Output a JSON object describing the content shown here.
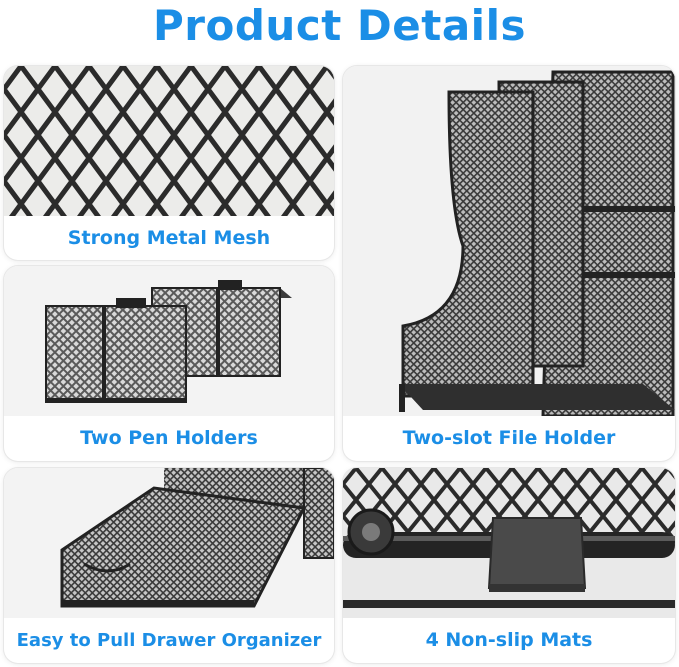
{
  "title": "Product Details",
  "colors": {
    "accent": "#1b8ee6",
    "card_background": "#ffffff",
    "photo_background": "#f1f1f1",
    "metal": "#2b2b2b"
  },
  "features": [
    {
      "label": "Strong Metal Mesh",
      "image": "metal-mesh-closeup"
    },
    {
      "label": "Two Pen Holders",
      "image": "pen-holders"
    },
    {
      "label": "Two-slot File Holder",
      "image": "file-holder"
    },
    {
      "label": "Easy to Pull Drawer Organizer",
      "image": "drawer-organizer"
    },
    {
      "label": "4 Non-slip Mats",
      "image": "non-slip-mat"
    }
  ]
}
